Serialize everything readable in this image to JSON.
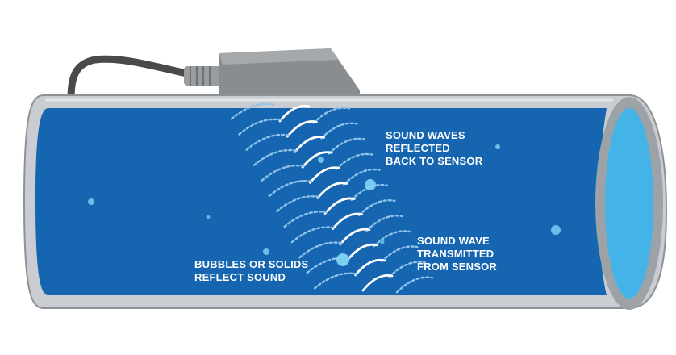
{
  "labels": {
    "reflected": [
      "SOUND WAVES",
      "REFLECTED",
      "BACK TO SENSOR"
    ],
    "transmitted": [
      "SOUND WAVE",
      "TRANSMITTED",
      "FROM SENSOR"
    ],
    "bubbles": [
      "BUBBLES OR SOLIDS",
      "REFLECT SOUND"
    ]
  },
  "colors": {
    "pipe_wall": "#c9cdd1",
    "pipe_outline": "#8d9297",
    "liquid": "#1565b0",
    "pipe_opening": "#44b4e8",
    "sensor_body": "#8a8d90",
    "cable": "#4a4a4a",
    "transmitted_wave": "#ffffff",
    "reflected_wave": "#8fc3ea",
    "bubble": "#7fd4f5"
  }
}
